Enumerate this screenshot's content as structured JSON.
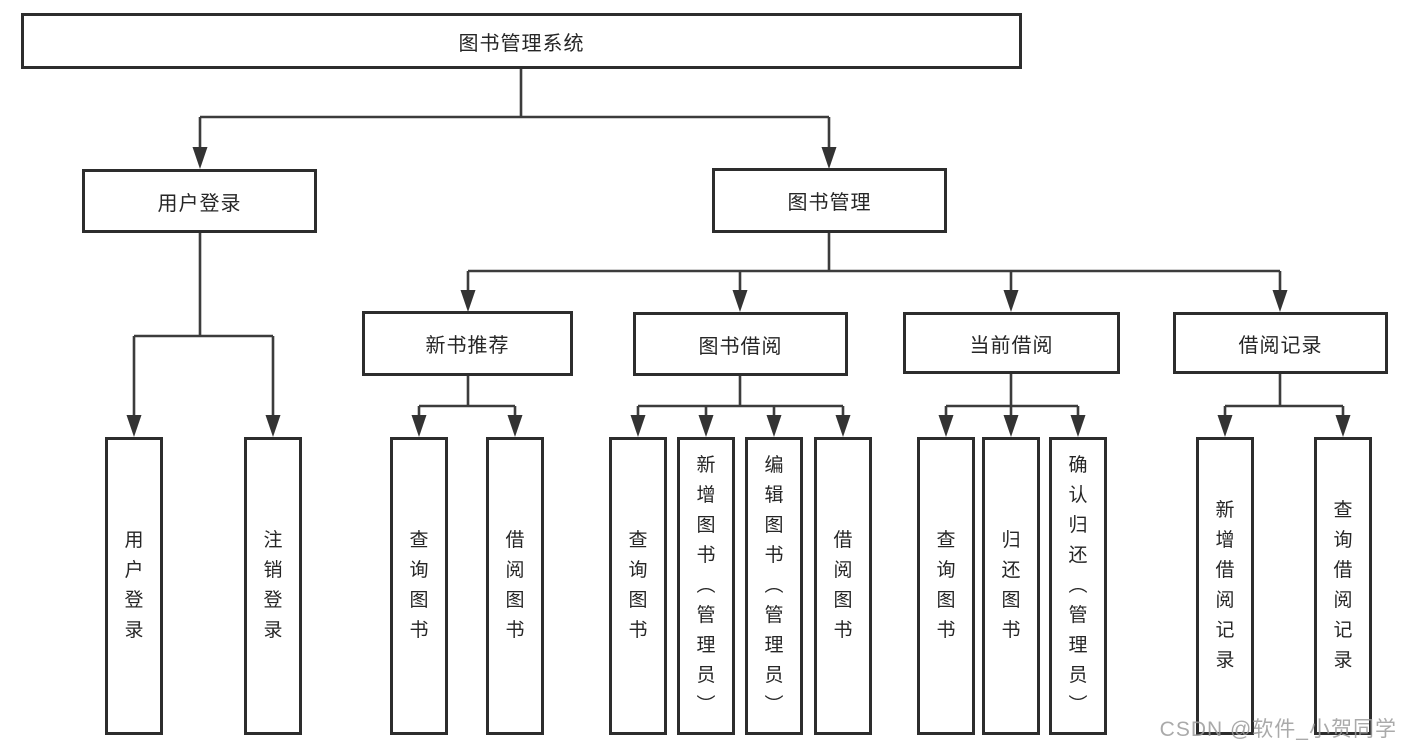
{
  "diagram": {
    "root": {
      "label": "图书管理系统"
    },
    "children": [
      {
        "id": "user-login",
        "label": "用户登录",
        "children": [
          {
            "id": "user-login-leaf",
            "label": "用户登录"
          },
          {
            "id": "logout-leaf",
            "label": "注销登录"
          }
        ]
      },
      {
        "id": "book-mgmt",
        "label": "图书管理",
        "children": [
          {
            "id": "new-book-rec",
            "label": "新书推荐",
            "children": [
              {
                "id": "query-books-1",
                "label": "查询图书"
              },
              {
                "id": "borrow-books-1",
                "label": "借阅图书"
              }
            ]
          },
          {
            "id": "book-borrow",
            "label": "图书借阅",
            "children": [
              {
                "id": "query-books-2",
                "label": "查询图书"
              },
              {
                "id": "add-books",
                "label": "新增图书（管理员）"
              },
              {
                "id": "edit-books",
                "label": "编辑图书（管理员）"
              },
              {
                "id": "borrow-books-2",
                "label": "借阅图书"
              }
            ]
          },
          {
            "id": "current-borrow",
            "label": "当前借阅",
            "children": [
              {
                "id": "query-books-3",
                "label": "查询图书"
              },
              {
                "id": "return-books",
                "label": "归还图书"
              },
              {
                "id": "confirm-return",
                "label": "确认归还（管理员）"
              }
            ]
          },
          {
            "id": "borrow-records",
            "label": "借阅记录",
            "children": [
              {
                "id": "add-borrow-record",
                "label": "新增借阅记录"
              },
              {
                "id": "query-borrow-record",
                "label": "查询借阅记录"
              }
            ]
          }
        ]
      }
    ]
  },
  "watermark": {
    "text": "CSDN @软件_小贺同学"
  },
  "colors": {
    "box_border": "#2d2d2d",
    "line": "#3c3c3c",
    "text": "#262626",
    "watermark": "#9b9b9b",
    "background": "#ffffff"
  }
}
